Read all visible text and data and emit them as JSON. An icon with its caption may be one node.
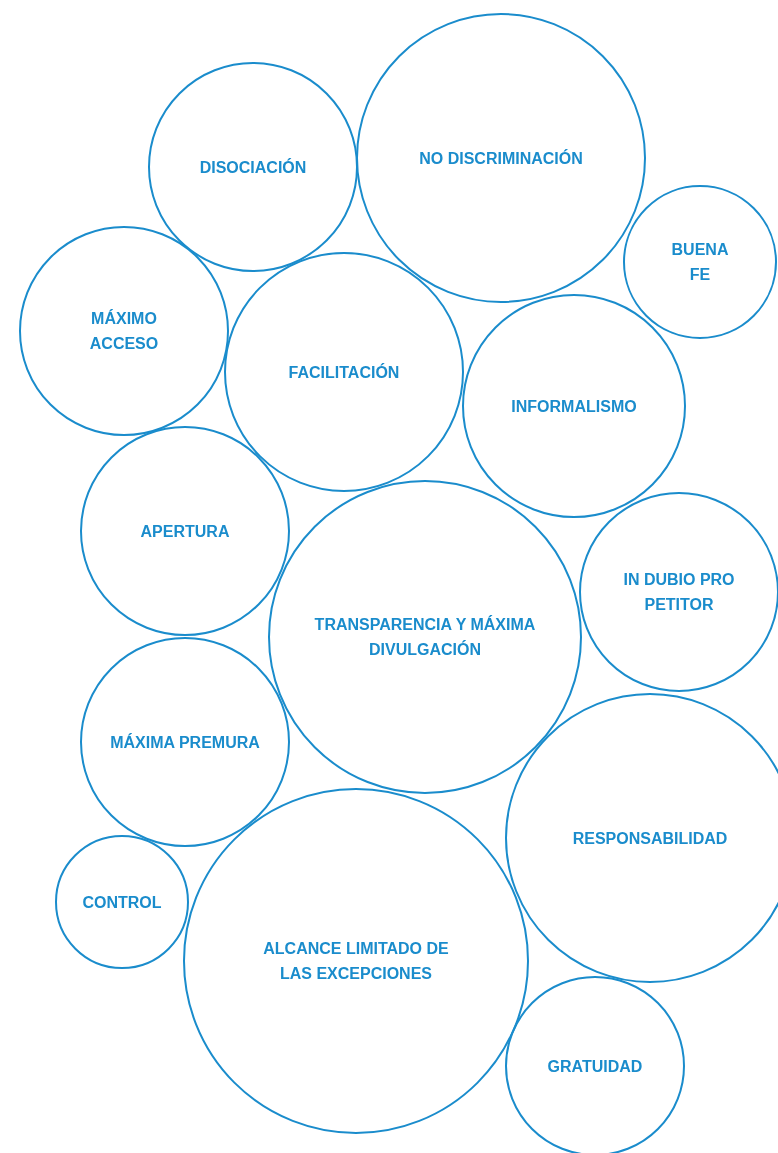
{
  "diagram": {
    "nodes": [
      {
        "text": [
          "DISOCIACIÓN"
        ]
      },
      {
        "text": [
          "NO DISCRIMINACIÓN"
        ]
      },
      {
        "text": [
          "BUENA FE"
        ]
      },
      {
        "text": [
          "MÁXIMO ACCESO"
        ]
      },
      {
        "text": [
          "FACILITACIÓN"
        ]
      },
      {
        "text": [
          "INFORMALISMO"
        ]
      },
      {
        "text": [
          "APERTURA"
        ]
      },
      {
        "text": [
          "TRANSPARENCIA Y MÁXIMA DIVULGACIÓN"
        ]
      },
      {
        "text": [
          "IN DUBIO PRO PETITOR"
        ]
      },
      {
        "text": [
          "MÁXIMA PREMURA"
        ]
      },
      {
        "text": [
          "RESPONSABILIDAD"
        ]
      },
      {
        "text": [
          "CONTROL"
        ]
      },
      {
        "text": [
          "ALCANCE LIMITADO DE LAS EXCEPCIONES"
        ]
      },
      {
        "text": [
          "GRATUIDAD"
        ]
      }
    ]
  }
}
